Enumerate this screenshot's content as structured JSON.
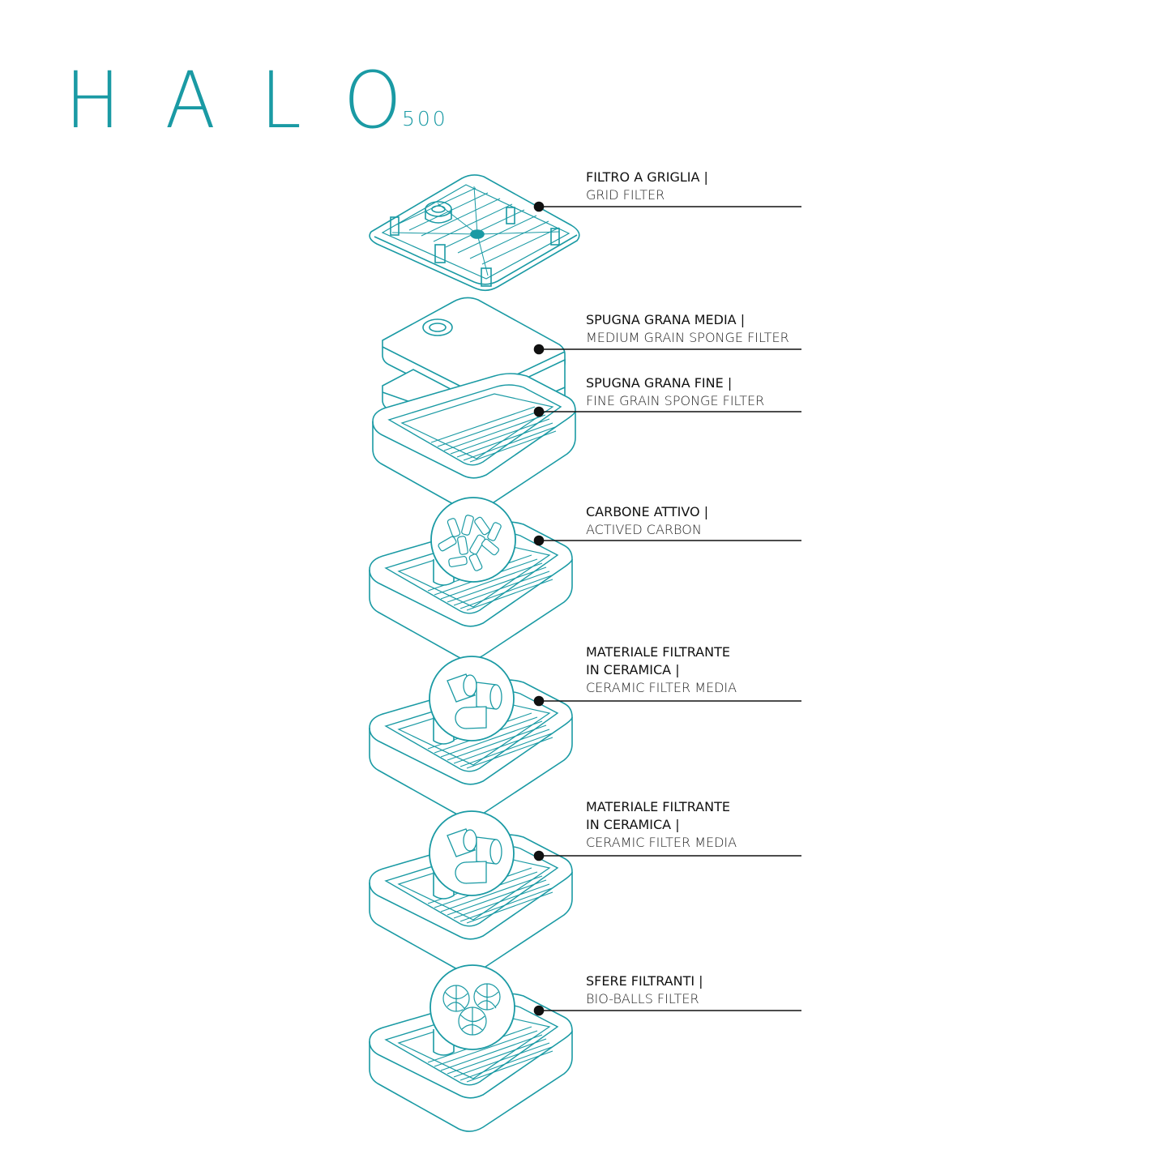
{
  "header": {
    "brand": "HALO",
    "model": "500"
  },
  "colors": {
    "line": "#1a9aa4",
    "text": "#111111"
  },
  "layers": [
    {
      "it": "FILTRO A GRIGLIA |",
      "en": "GRID FILTER"
    },
    {
      "it": "SPUGNA GRANA MEDIA |",
      "en": "MEDIUM GRAIN SPONGE FILTER"
    },
    {
      "it": "SPUGNA GRANA FINE |",
      "en": "FINE GRAIN SPONGE FILTER"
    },
    {
      "it": "CARBONE ATTIVO |",
      "en": "ACTIVED CARBON"
    },
    {
      "it": "MATERIALE FILTRANTE",
      "it2": "IN CERAMICA |",
      "en": "CERAMIC FILTER MEDIA"
    },
    {
      "it": "MATERIALE FILTRANTE",
      "it2": "IN CERAMICA |",
      "en": "CERAMIC FILTER MEDIA"
    },
    {
      "it": "SFERE FILTRANTI |",
      "en": "BIO-BALLS FILTER"
    }
  ]
}
